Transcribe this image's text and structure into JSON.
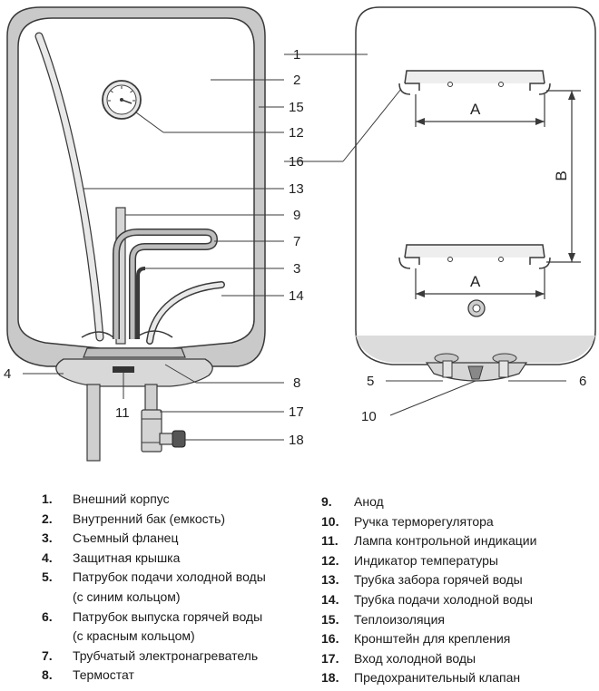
{
  "callouts": {
    "c1": "1",
    "c2": "2",
    "c15": "15",
    "c12": "12",
    "c16": "16",
    "c13": "13",
    "c9": "9",
    "c7": "7",
    "c3": "3",
    "c14": "14",
    "c4": "4",
    "c8": "8",
    "c11": "11",
    "c17": "17",
    "c18": "18",
    "c5": "5",
    "c6": "6",
    "c10": "10"
  },
  "dimensions": {
    "a_top": "A",
    "a_bottom": "A",
    "b": "B"
  },
  "legend": {
    "left": [
      {
        "num": "1.",
        "text": "Внешний корпус"
      },
      {
        "num": "2.",
        "text": "Внутренний бак (емкость)"
      },
      {
        "num": "3.",
        "text": "Съемный фланец"
      },
      {
        "num": "4.",
        "text": "Защитная крышка"
      },
      {
        "num": "5.",
        "text": "Патрубок подачи холодной воды"
      },
      {
        "num": "",
        "text": "(с синим кольцом)"
      },
      {
        "num": "6.",
        "text": "Патрубок выпуска горячей воды"
      },
      {
        "num": "",
        "text": "(с красным кольцом)"
      },
      {
        "num": "7.",
        "text": "Трубчатый электронагреватель"
      },
      {
        "num": "8.",
        "text": "Термостат"
      }
    ],
    "right": [
      {
        "num": "9.",
        "text": "Анод"
      },
      {
        "num": "10.",
        "text": "Ручка терморегулятора"
      },
      {
        "num": "11.",
        "text": "Лампа контрольной индикации"
      },
      {
        "num": "12.",
        "text": "Индикатор температуры"
      },
      {
        "num": "13.",
        "text": "Трубка забора горячей воды"
      },
      {
        "num": "14.",
        "text": "Трубка подачи холодной воды"
      },
      {
        "num": "15.",
        "text": "Теплоизоляция"
      },
      {
        "num": "16.",
        "text": "Кронштейн для крепления"
      },
      {
        "num": "17.",
        "text": "Вход холодной воды"
      },
      {
        "num": "18.",
        "text": "Предохранительный клапан"
      }
    ]
  }
}
